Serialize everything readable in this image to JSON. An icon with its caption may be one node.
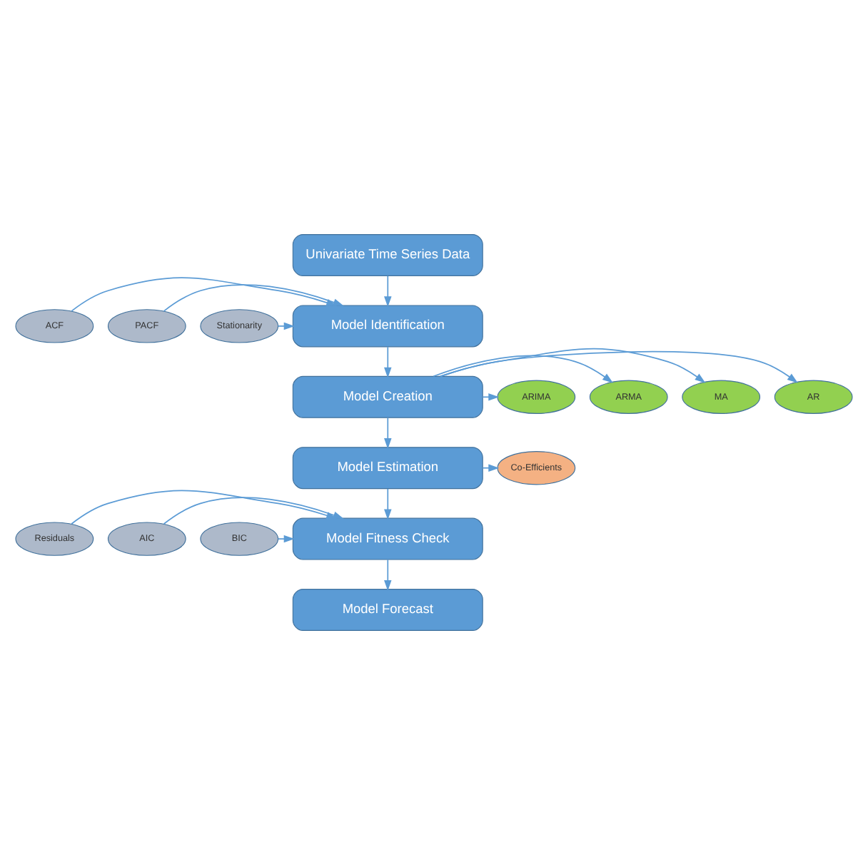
{
  "diagram": {
    "nodes": [
      {
        "text": [
          "Univariate Time Series Data"
        ]
      },
      {
        "text": [
          "ACF"
        ]
      },
      {
        "text": [
          "PACF"
        ]
      },
      {
        "text": [
          "Model Identification"
        ]
      },
      {
        "text": [
          "Stationarity"
        ]
      },
      {
        "text": [
          "AR"
        ]
      },
      {
        "text": [
          "MA"
        ]
      },
      {
        "text": [
          "Model Creation"
        ]
      },
      {
        "text": [
          "ARMA"
        ]
      },
      {
        "text": [
          "ARIMA"
        ]
      },
      {
        "text": [
          "Model Estimation"
        ]
      },
      {
        "text": [
          "Co-Efficients"
        ]
      },
      {
        "text": [
          "Residuals"
        ]
      },
      {
        "text": [
          "Model Fitness Check"
        ]
      },
      {
        "text": [
          "AIC"
        ]
      },
      {
        "text": [
          "BIC"
        ]
      },
      {
        "text": [
          "Model Forecast"
        ]
      }
    ],
    "edges": [
      {
        "from": 0,
        "to": 3,
        "arrow": "to"
      },
      {
        "from": 1,
        "to": 3,
        "arrow": "to"
      },
      {
        "from": 2,
        "to": 3,
        "arrow": "to"
      },
      {
        "from": 4,
        "to": 3,
        "arrow": "to"
      },
      {
        "from": 3,
        "to": 7,
        "arrow": "to"
      },
      {
        "from": 7,
        "to": 5,
        "arrow": "to"
      },
      {
        "from": 7,
        "to": 6,
        "arrow": "to"
      },
      {
        "from": 7,
        "to": 8,
        "arrow": "to"
      },
      {
        "from": 7,
        "to": 9,
        "arrow": "to"
      },
      {
        "from": 7,
        "to": 10,
        "arrow": "to"
      },
      {
        "from": 10,
        "to": 11,
        "arrow": "to"
      },
      {
        "from": 10,
        "to": 13,
        "arrow": "to"
      },
      {
        "from": 12,
        "to": 13,
        "arrow": "to"
      },
      {
        "from": 14,
        "to": 13,
        "arrow": "to"
      },
      {
        "from": 15,
        "to": 13,
        "arrow": "to"
      },
      {
        "from": 13,
        "to": 16,
        "arrow": "to"
      }
    ]
  }
}
